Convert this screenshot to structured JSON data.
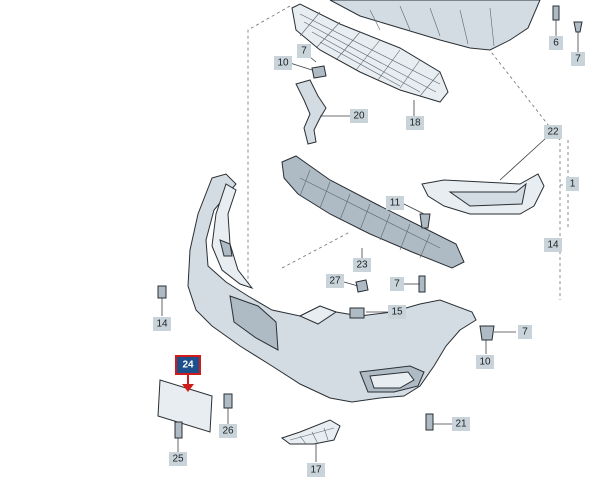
{
  "callouts": {
    "c1": "1",
    "c6": "6",
    "c7_top_right": "7",
    "c7_top": "7",
    "c10_top": "10",
    "c18": "18",
    "c20": "20",
    "c22": "22",
    "c11": "11",
    "c14_right": "14",
    "c27": "27",
    "c7_mid": "7",
    "c23": "23",
    "c14_left": "14",
    "c15": "15",
    "c7_right": "7",
    "c10_right": "10",
    "c24": "24",
    "c26": "26",
    "c21": "21",
    "c25": "25",
    "c17": "17"
  },
  "colors": {
    "part": "#d3dce3",
    "callout_box": "#c9d3da",
    "highlight_box": "#1d4f8c",
    "highlight_border": "#d11a1a"
  }
}
